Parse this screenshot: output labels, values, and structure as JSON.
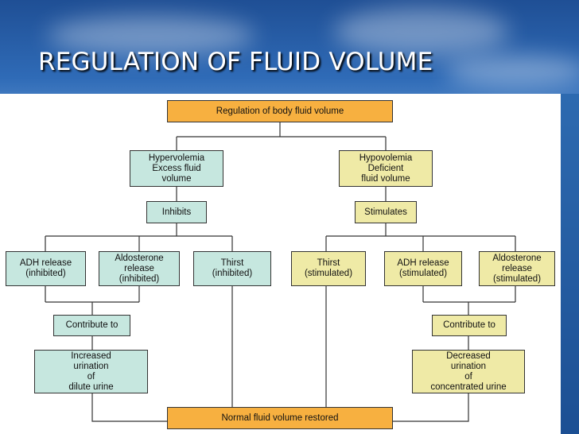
{
  "slide": {
    "title": "REGULATION OF FLUID VOLUME"
  },
  "colors": {
    "orange_box": "#f7b040",
    "teal_box": "#c6e7df",
    "khaki_box": "#efeaa6",
    "connector": "#333333"
  },
  "diagram": {
    "root": "Regulation of body fluid volume",
    "left": {
      "condition": "Hypervolemia\nExcess fluid\nvolume",
      "action": "Inhibits",
      "effects": [
        "ADH release\n(inhibited)",
        "Aldosterone\nrelease\n(inhibited)",
        "Thirst\n(inhibited)"
      ],
      "contribute": "Contribute to",
      "result": "Increased\nurination\nof\ndilute urine"
    },
    "right": {
      "condition": "Hypovolemia\nDeficient\nfluid volume",
      "action": "Stimulates",
      "effects": [
        "Thirst\n(stimulated)",
        "ADH release\n(stimulated)",
        "Aldosterone\nrelease\n(stimulated)"
      ],
      "contribute": "Contribute to",
      "result": "Decreased\nurination\nof\nconcentrated urine"
    },
    "outcome": "Normal fluid volume restored"
  }
}
